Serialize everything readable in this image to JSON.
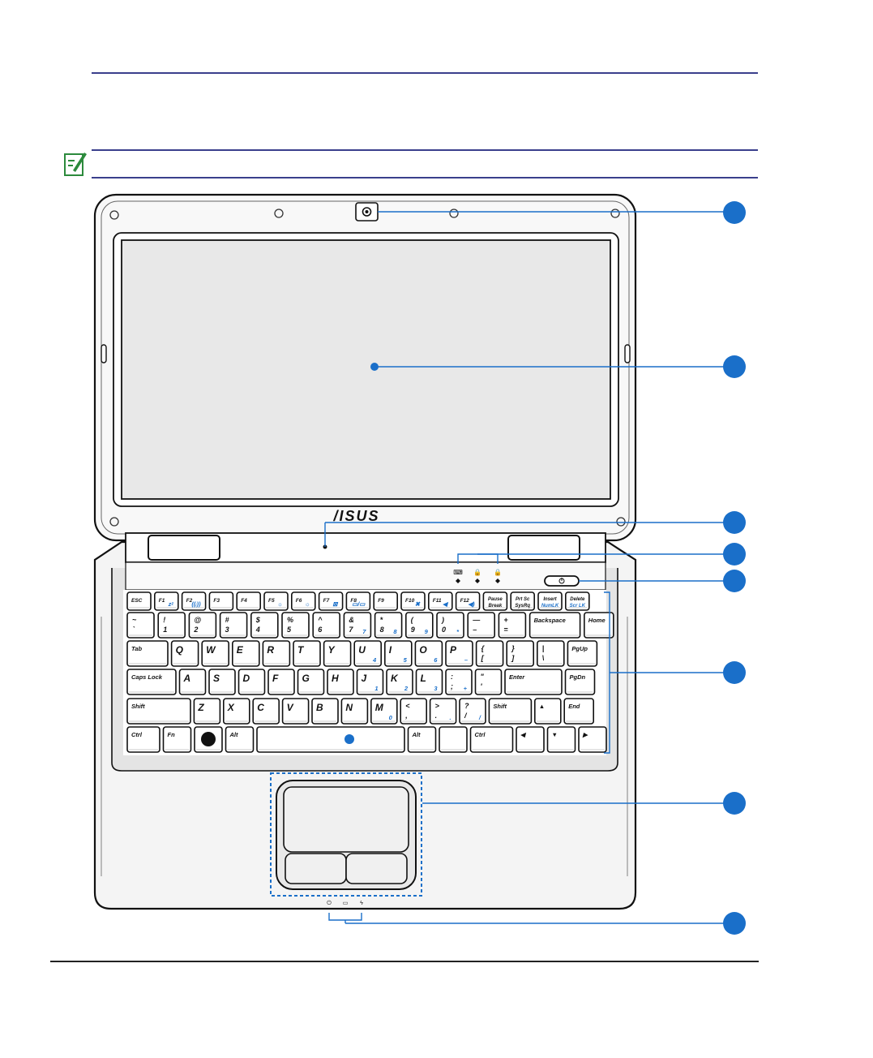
{
  "brand": "/ISUS",
  "colors": {
    "rule": "#3a3f8c",
    "callout": "#1a6fc9",
    "note_icon": "#2c8a3c"
  },
  "icons": {
    "note": "note-pencil-icon",
    "webcam": "camera-icon",
    "power": "power-icon",
    "windows": "windows-logo-icon",
    "menu": "context-menu-icon"
  },
  "keyboard": {
    "row1": [
      {
        "main": "ESC"
      },
      {
        "main": "F1",
        "fn": "zᶻ"
      },
      {
        "main": "F2",
        "fn": "((ᵢ))"
      },
      {
        "main": "F3"
      },
      {
        "main": "F4"
      },
      {
        "main": "F5",
        "fn": "☼"
      },
      {
        "main": "F6",
        "fn": "☼"
      },
      {
        "main": "F7",
        "fn": "⊠"
      },
      {
        "main": "F8",
        "fn": "▭/▭"
      },
      {
        "main": "F9"
      },
      {
        "main": "F10",
        "fn": "✖"
      },
      {
        "main": "F11",
        "fn": "◀"
      },
      {
        "main": "F12",
        "fn": "◀)"
      },
      {
        "main": "Pause",
        "sub": "Break"
      },
      {
        "main": "Prt Sc",
        "sub": "SysRq"
      },
      {
        "main": "Insert",
        "sub": "NumLK"
      },
      {
        "main": "Delete",
        "sub": "Scr LK"
      }
    ],
    "row2": [
      {
        "top": "~",
        "bot": "`"
      },
      {
        "top": "!",
        "bot": "1"
      },
      {
        "top": "@",
        "bot": "2"
      },
      {
        "top": "#",
        "bot": "3"
      },
      {
        "top": "$",
        "bot": "4"
      },
      {
        "top": "%",
        "bot": "5"
      },
      {
        "top": "^",
        "bot": "6"
      },
      {
        "top": "&",
        "bot": "7",
        "fn": "7"
      },
      {
        "top": "*",
        "bot": "8",
        "fn": "8"
      },
      {
        "top": "(",
        "bot": "9",
        "fn": "9"
      },
      {
        "top": ")",
        "bot": "0",
        "fn": "*"
      },
      {
        "top": "—",
        "bot": "–"
      },
      {
        "top": "+",
        "bot": "="
      },
      {
        "main": "Backspace"
      },
      {
        "main": "Home"
      }
    ],
    "row3": [
      {
        "main": "Tab"
      },
      {
        "main": "Q"
      },
      {
        "main": "W"
      },
      {
        "main": "E"
      },
      {
        "main": "R"
      },
      {
        "main": "T"
      },
      {
        "main": "Y"
      },
      {
        "main": "U",
        "fn": "4"
      },
      {
        "main": "I",
        "fn": "5"
      },
      {
        "main": "O",
        "fn": "6"
      },
      {
        "main": "P",
        "fn": "–"
      },
      {
        "top": "{",
        "bot": "["
      },
      {
        "top": "}",
        "bot": "]"
      },
      {
        "top": "|",
        "bot": "\\"
      },
      {
        "main": "PgUp"
      }
    ],
    "row4": [
      {
        "main": "Caps Lock"
      },
      {
        "main": "A"
      },
      {
        "main": "S"
      },
      {
        "main": "D"
      },
      {
        "main": "F"
      },
      {
        "main": "G"
      },
      {
        "main": "H"
      },
      {
        "main": "J",
        "fn": "1"
      },
      {
        "main": "K",
        "fn": "2"
      },
      {
        "main": "L",
        "fn": "3"
      },
      {
        "top": ":",
        "bot": ";",
        "fn": "+"
      },
      {
        "top": "\"",
        "bot": "'"
      },
      {
        "main": "Enter"
      },
      {
        "main": "PgDn"
      }
    ],
    "row5": [
      {
        "main": "Shift"
      },
      {
        "main": "Z"
      },
      {
        "main": "X"
      },
      {
        "main": "C"
      },
      {
        "main": "V"
      },
      {
        "main": "B"
      },
      {
        "main": "N"
      },
      {
        "main": "M",
        "fn": "0"
      },
      {
        "top": "<",
        "bot": ","
      },
      {
        "top": ">",
        "bot": ".",
        "fn": "."
      },
      {
        "top": "?",
        "bot": "/",
        "fn": "/"
      },
      {
        "main": "Shift"
      },
      {
        "main": "▲"
      },
      {
        "main": "End"
      }
    ],
    "row6": [
      {
        "main": "Ctrl"
      },
      {
        "main": "Fn"
      },
      {
        "main": ""
      },
      {
        "main": "Alt"
      },
      {
        "main": ""
      },
      {
        "main": "Alt"
      },
      {
        "main": ""
      },
      {
        "main": "Ctrl"
      },
      {
        "main": "◀"
      },
      {
        "main": "▼"
      },
      {
        "main": "▶"
      }
    ]
  }
}
